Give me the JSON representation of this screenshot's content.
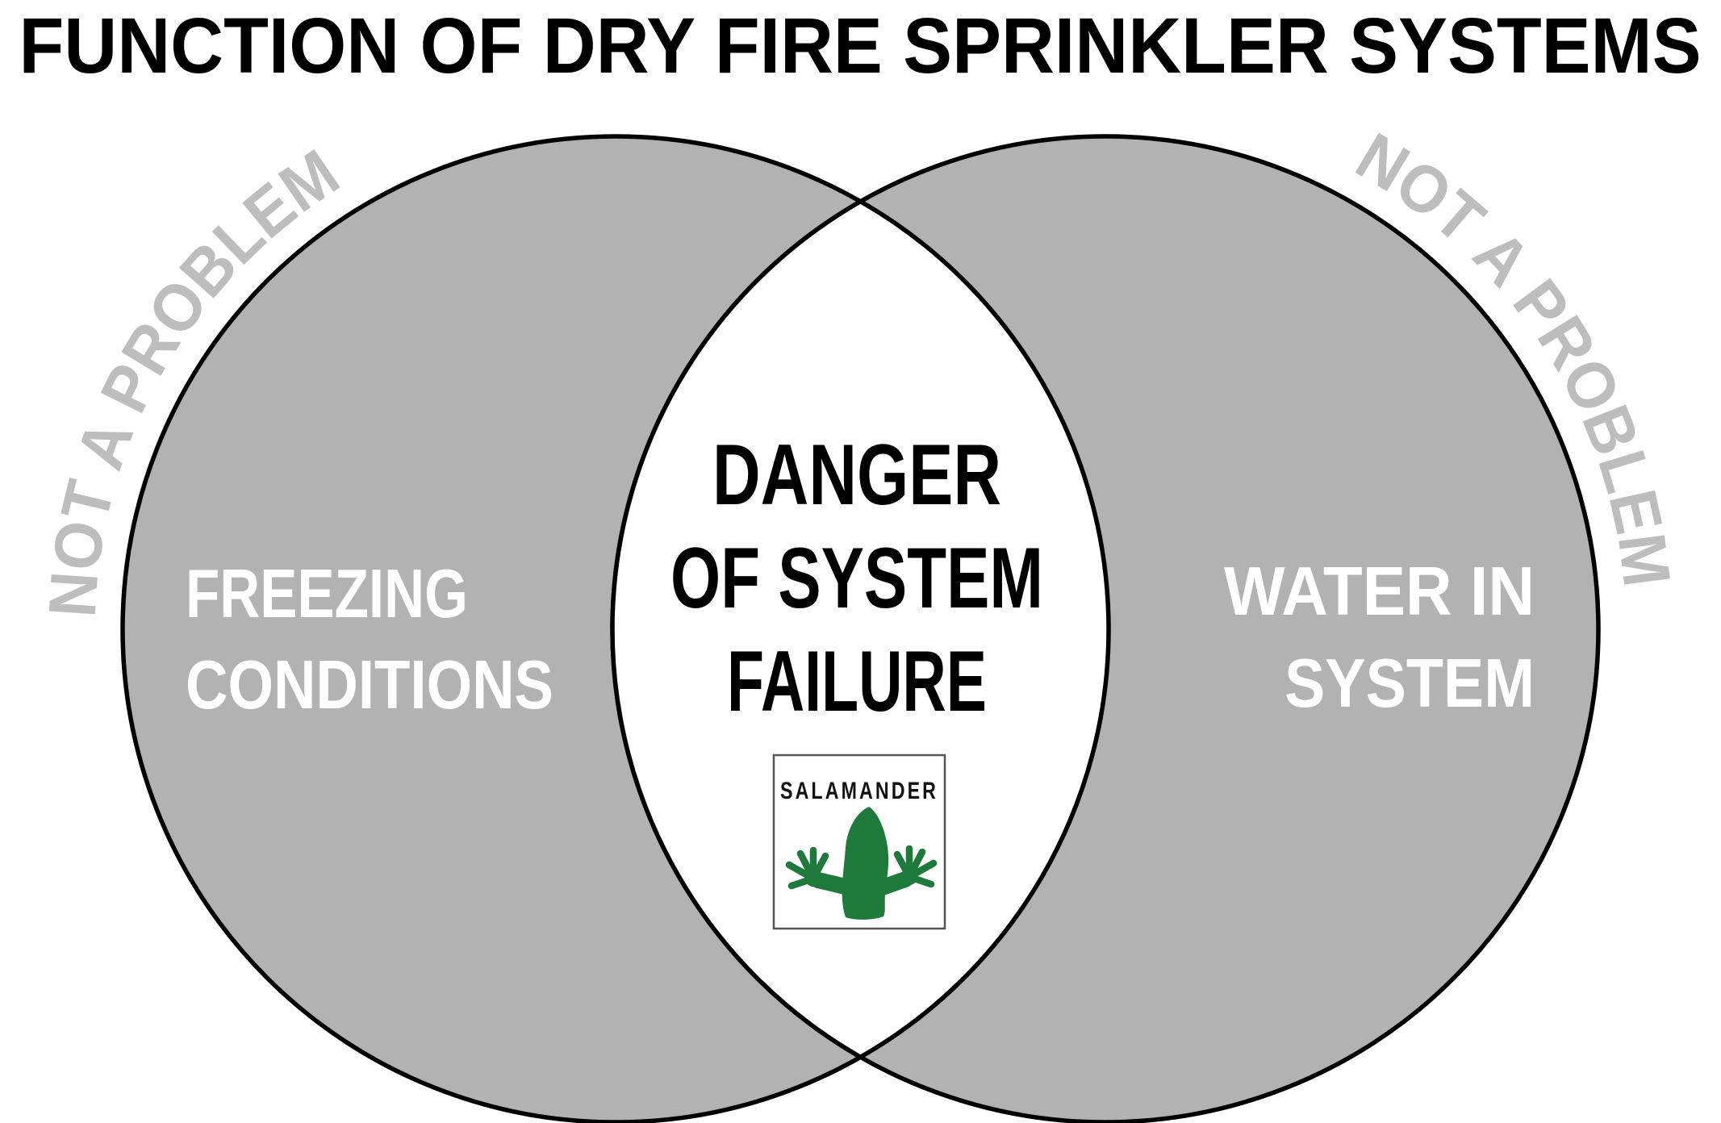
{
  "title": "FUNCTION OF DRY FIRE SPRINKLER SYSTEMS",
  "venn": {
    "left_circle": {
      "label_line1": "FREEZING",
      "label_line2": "CONDITIONS",
      "outer_label": "NOT A PROBLEM"
    },
    "right_circle": {
      "label_line1": "WATER IN",
      "label_line2": "SYSTEM",
      "outer_label": "NOT A PROBLEM"
    },
    "intersection": {
      "line1": "DANGER",
      "line2": "OF SYSTEM",
      "line3": "FAILURE"
    }
  },
  "logo": {
    "brand": "SALAMANDER"
  },
  "colors": {
    "background": "#ffffff",
    "circle_fill": "#b2b2b2",
    "outline_black": "#000000",
    "outer_label_gray": "#bdbdbd",
    "label_white": "#ffffff",
    "text_black": "#000000",
    "logo_green": "#1d7a3a",
    "logo_box_border": "#555555",
    "logo_text_black": "#111111"
  }
}
